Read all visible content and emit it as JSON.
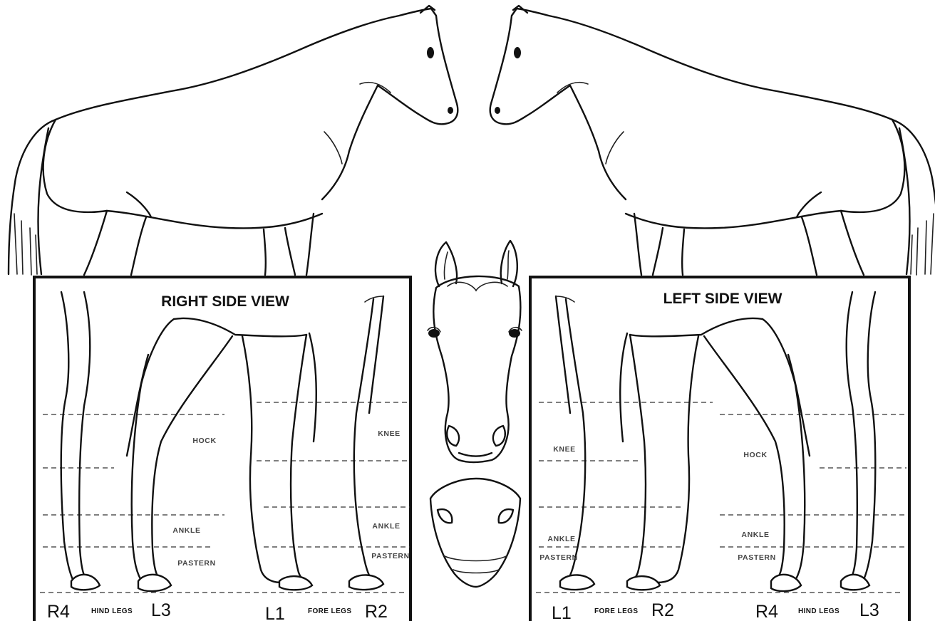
{
  "panels": {
    "right": {
      "title": "RIGHT SIDE VIEW",
      "labels": {
        "hock": "HOCK",
        "knee": "KNEE",
        "ankle_hind": "ANKLE",
        "ankle_fore": "ANKLE",
        "pastern_hind": "PASTERN",
        "pastern_fore": "PASTERN"
      },
      "legs": {
        "r4": "R4",
        "hind_legs": "HIND LEGS",
        "l3": "L3",
        "l1": "L1",
        "fore_legs": "FORE LEGS",
        "r2": "R2"
      }
    },
    "left": {
      "title": "LEFT SIDE VIEW",
      "labels": {
        "knee": "KNEE",
        "hock": "HOCK",
        "ankle_fore": "ANKLE",
        "ankle_hind": "ANKLE",
        "pastern_fore": "PASTERN",
        "pastern_hind": "PASTERN"
      },
      "legs": {
        "l1": "L1",
        "fore_legs": "FORE LEGS",
        "r2": "R2",
        "r4": "R4",
        "hind_legs": "HIND LEGS",
        "l3": "L3"
      }
    }
  },
  "illustrations": [
    "horse-facing-right-outline",
    "horse-facing-left-outline",
    "horse-head-front-view",
    "horse-muzzle-front-view"
  ]
}
